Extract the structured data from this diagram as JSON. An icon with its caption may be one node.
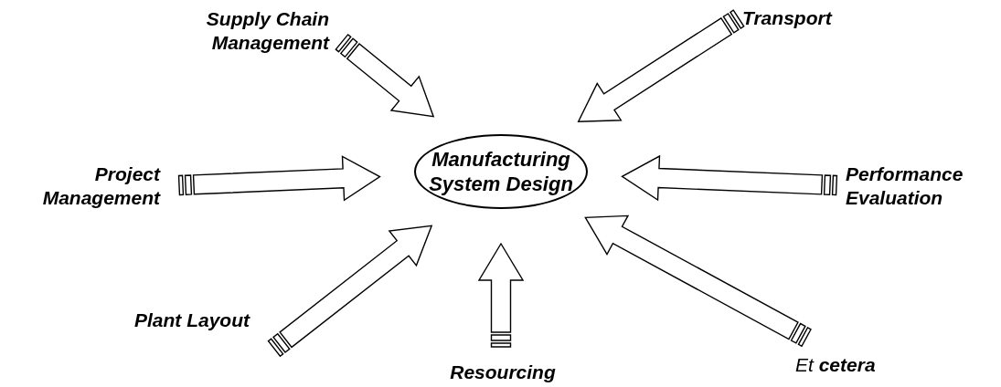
{
  "diagram": {
    "nodes": [
      {
        "text": [
          "Manufacturing System Design"
        ]
      },
      {
        "text": [
          "Supply Chain Management"
        ]
      },
      {
        "text": [
          "Transport"
        ]
      },
      {
        "text": [
          "Project Management"
        ]
      },
      {
        "text": [
          "Performance Evaluation"
        ]
      },
      {
        "text": [
          "Plant Layout"
        ]
      },
      {
        "text": [
          "Resourcing"
        ]
      },
      {
        "text": [
          "Et **cetera**"
        ]
      }
    ],
    "edges": [
      {
        "from": 1,
        "to": 0,
        "arrow": "to"
      },
      {
        "from": 2,
        "to": 0,
        "arrow": "to"
      },
      {
        "from": 3,
        "to": 0,
        "arrow": "to"
      },
      {
        "from": 4,
        "to": 0,
        "arrow": "to"
      },
      {
        "from": 5,
        "to": 0,
        "arrow": "to"
      },
      {
        "from": 6,
        "to": 0,
        "arrow": "to"
      },
      {
        "from": 7,
        "to": 0,
        "arrow": "to"
      }
    ]
  }
}
